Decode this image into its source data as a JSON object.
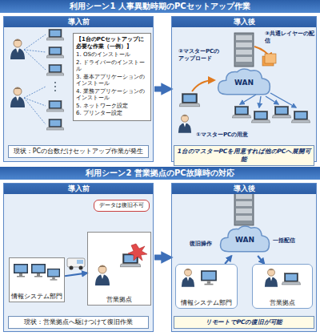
{
  "diagram": {
    "nodes": [
      {
        "text": [
          "利用シーン1 人事異動時期のPCセットアップ作業"
        ]
      },
      {
        "text": [
          "導入前"
        ]
      },
      {
        "text": [
          "【1台のPCセットアップに必要な作業（一例）】",
          "1. OSのインストール",
          "2. ドライバーのインストール",
          "3. 基本アプリケーションのインストール",
          "4. 業務アプリケーションのインストール",
          "5. ネットワーク設定",
          "6. プリンター設定"
        ],
        "in": 1
      },
      {
        "text": [
          "現状：PCの台数だけセットアップ作業が発生"
        ],
        "in": 1
      },
      {
        "text": [
          "導入後"
        ]
      },
      {
        "text": [
          "WAN"
        ],
        "in": 4
      },
      {
        "text": [
          "1台のマスターPCを用意すれば他のPCへ展開可能"
        ],
        "in": 4
      },
      {
        "text": [
          "利用シーン2 営業拠点のPC故障時の対応"
        ]
      },
      {
        "text": [
          "導入前"
        ]
      },
      {
        "text": [
          "情報システム部門"
        ],
        "in": 8
      },
      {
        "text": [
          "営業拠点"
        ],
        "in": 8
      },
      {
        "text": [
          "データは復旧不可"
        ],
        "in": 8
      },
      {
        "text": [
          "現状：営業拠点へ駆けつけて復旧作業"
        ],
        "in": 8
      },
      {
        "text": [
          "導入後"
        ]
      },
      {
        "text": [
          "WAN"
        ],
        "in": 13
      },
      {
        "text": [
          "情報システム部門"
        ],
        "in": 13
      },
      {
        "text": [
          "営業拠点"
        ],
        "in": 13
      },
      {
        "text": [
          "リモートでPCの復旧が可能"
        ],
        "in": 13
      }
    ],
    "edges": [
      {
        "from": 1,
        "to": 4,
        "arrow": "to"
      },
      {
        "from": 9,
        "to": 10,
        "arrow": "to"
      },
      {
        "from": 8,
        "to": 13,
        "arrow": "to"
      },
      {
        "from": 15,
        "to": 14,
        "arrow": "to"
      },
      {
        "from": 14,
        "to": 16,
        "arrow": "to"
      }
    ],
    "labels": [
      "②マスターPCのアップロード",
      "③共通レイヤーの配信",
      "①マスターPCの用意",
      "復旧操作",
      "一括配信"
    ]
  }
}
